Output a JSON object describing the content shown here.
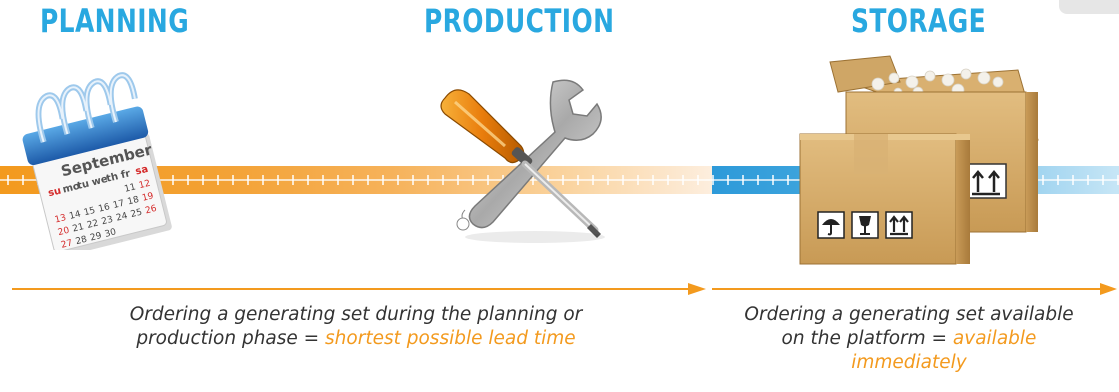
{
  "phases": {
    "planning": "PLANNING",
    "production": "PRODUCTION",
    "storage": "STORAGE"
  },
  "calendar": {
    "month": "September",
    "weekdays": [
      "su",
      "mo",
      "tu",
      "we",
      "th",
      "fr",
      "sa"
    ],
    "days": [
      "11",
      "12",
      "13",
      "14",
      "15",
      "16",
      "17",
      "18",
      "19",
      "20",
      "21",
      "22",
      "23",
      "24",
      "25",
      "26",
      "27",
      "28",
      "29",
      "30"
    ]
  },
  "captions": {
    "left_line1": "Ordering a generating set during the planning or",
    "left_line2_prefix": "production phase = ",
    "left_highlight": "shortest possible lead time",
    "right_line1": "Ordering a generating set available",
    "right_line2_prefix": "on the platform  = ",
    "right_highlight_1": "available",
    "right_highlight_2": "immediately"
  },
  "colors": {
    "heading": "#29a8e0",
    "timeline_orange": "#f39a1e",
    "timeline_blue": "#2d9ad9",
    "highlight": "#f39a1e",
    "text": "#333333"
  },
  "icons": [
    "calendar-icon",
    "wrench-screwdriver-icon",
    "cardboard-boxes-icon",
    "umbrella-icon",
    "glass-fragile-icon",
    "this-way-up-icon"
  ]
}
